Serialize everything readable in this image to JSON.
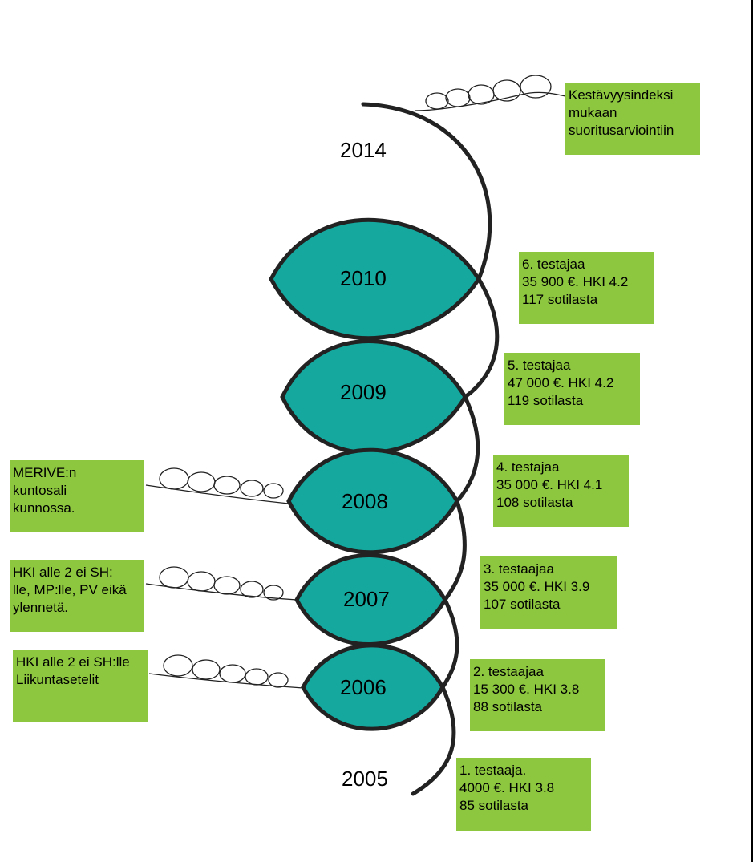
{
  "colors": {
    "leaf_fill": "#14a89e",
    "stroke": "#222222",
    "box_fill": "#8dc63f"
  },
  "years": {
    "y2014": "2014",
    "y2010": "2010",
    "y2009": "2009",
    "y2008": "2008",
    "y2007": "2007",
    "y2006": "2006",
    "y2005": "2005"
  },
  "boxes": {
    "kestavyys": [
      "Kestävyysindeksi",
      "mukaan",
      "suoritusarviointiin"
    ],
    "t6": [
      "6. testajaa",
      "35 900 €. HKI 4.2",
      "117 sotilasta"
    ],
    "t5": [
      "5. testajaa",
      "47 000 €. HKI 4.2",
      "119 sotilasta"
    ],
    "t4": [
      "4. testajaa",
      "35 000 €. HKI 4.1",
      "108 sotilasta"
    ],
    "t3": [
      "3. testaajaa",
      "35 000 €. HKI 3.9",
      "107 sotilasta"
    ],
    "t2": [
      "2. testaajaa",
      "15 300 €. HKI 3.8",
      "88 sotilasta"
    ],
    "t1": [
      "1. testaaja.",
      "4000 €. HKI 3.8",
      "85 sotilasta"
    ],
    "merive": [
      "MERIVE:n",
      "kuntosali",
      "kunnossa."
    ],
    "hki2007": [
      "HKI alle 2 ei SH:",
      "lle, MP:lle, PV eikä",
      "ylennetä."
    ],
    "hki2006": [
      "HKI alle 2 ei SH:lle",
      "Liikuntasetelit"
    ]
  }
}
